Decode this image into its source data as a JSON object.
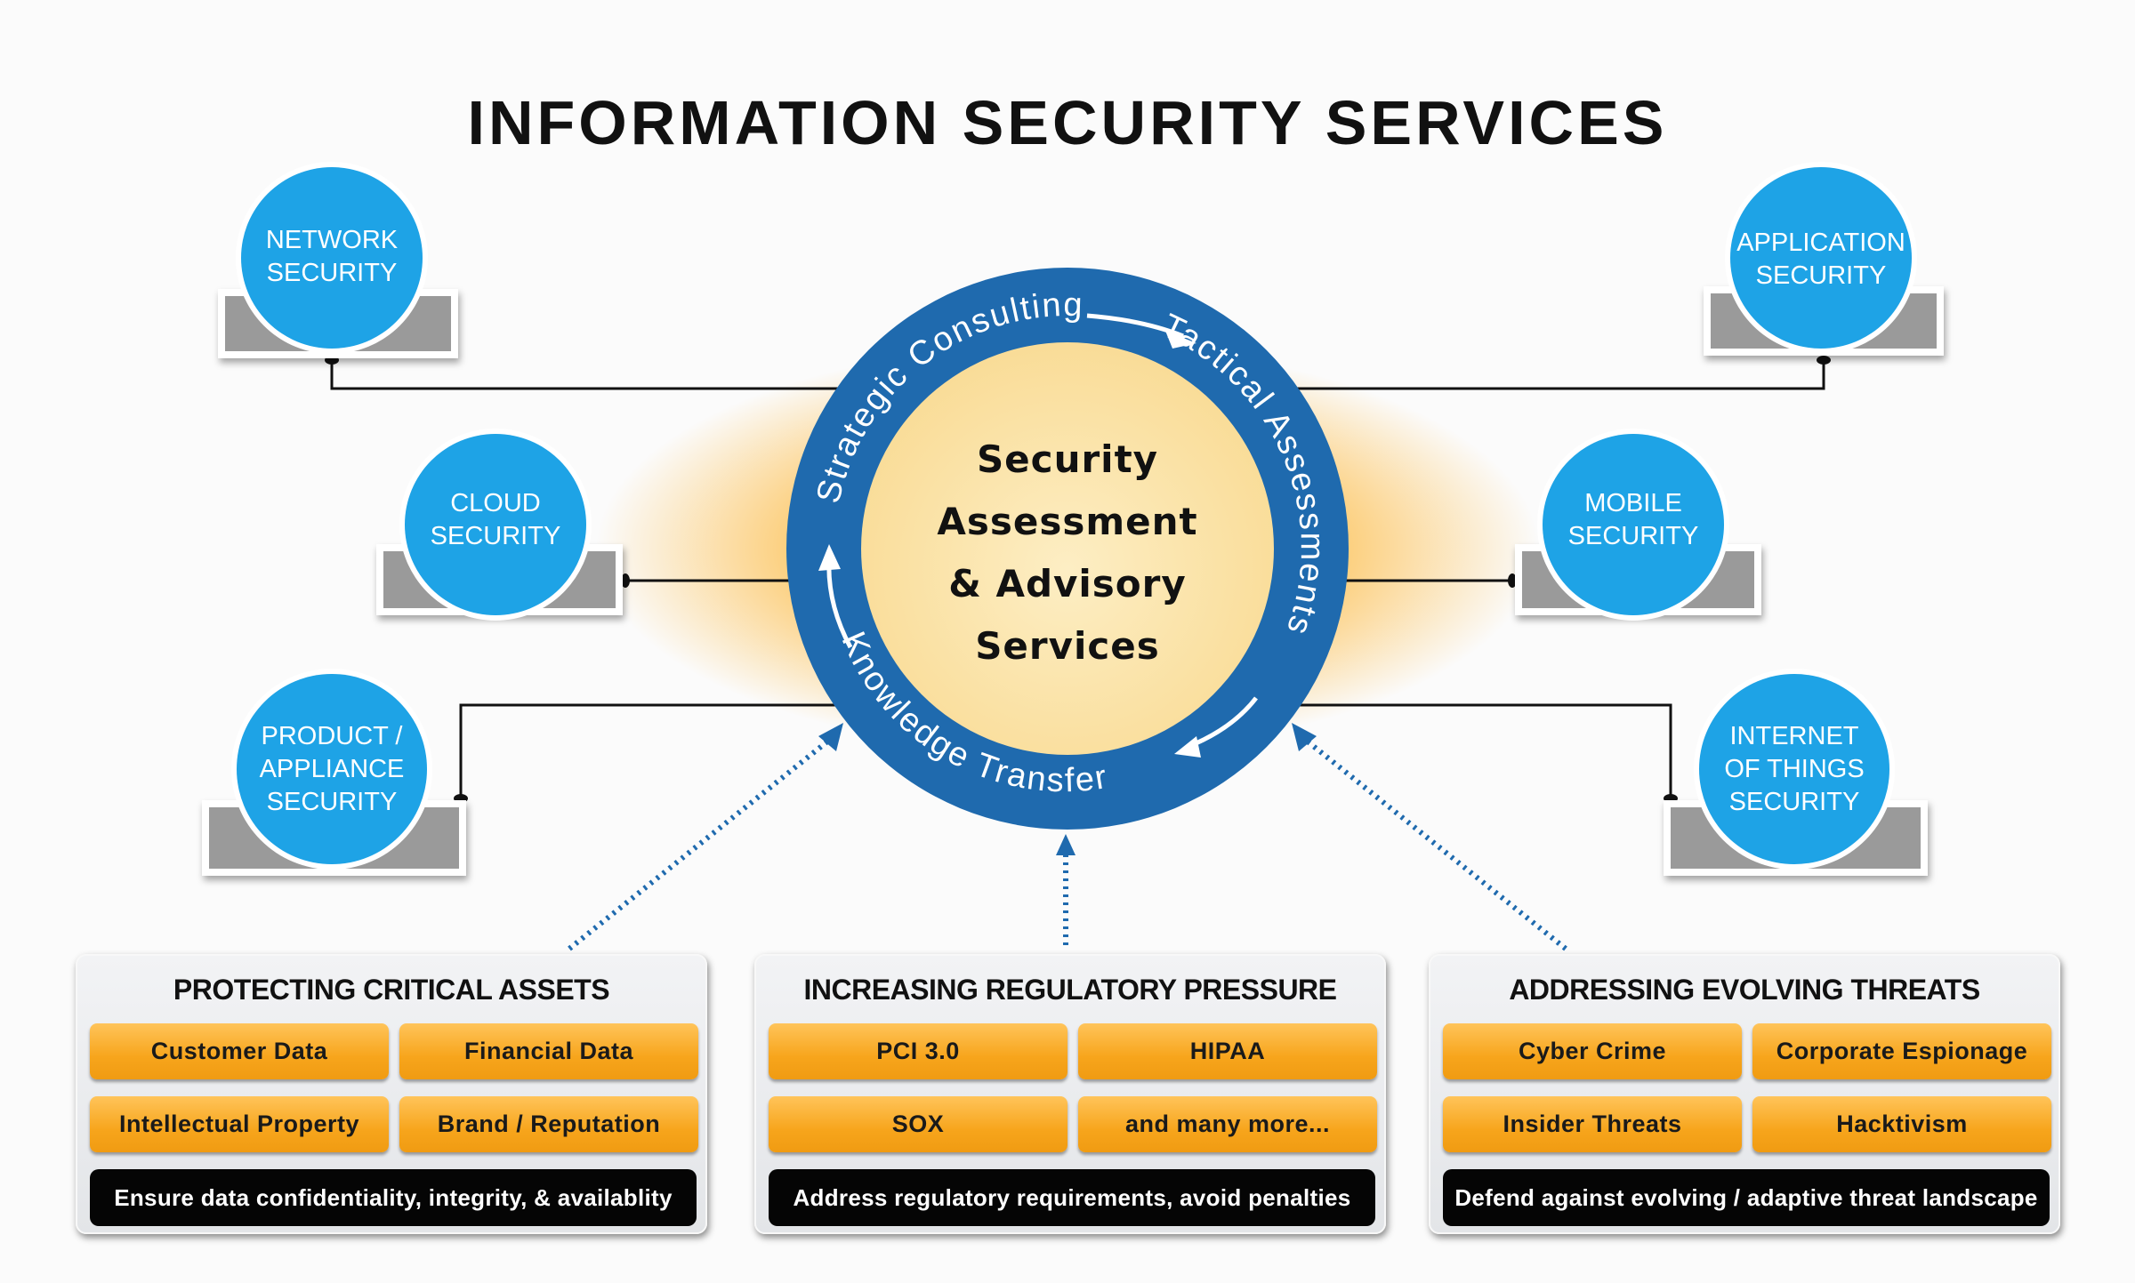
{
  "title": "INFORMATION SECURITY SERVICES",
  "colors": {
    "ring_blue": "#1f6aae",
    "bubble_blue": "#1ea3e6",
    "core_yellow": "#fbe3a4",
    "glow_orange": "#fcc35a",
    "tag_orange": "#f7a51c",
    "banner_black": "#050505",
    "pedestal_gray": "#9a9a9a"
  },
  "core": {
    "lines": [
      "Security",
      "Assessment",
      "& Advisory",
      "Services"
    ],
    "cycle": [
      {
        "label": "Strategic Consulting",
        "icon": "arrow-clockwise-icon"
      },
      {
        "label": "Tactical Assessments",
        "icon": "arrow-clockwise-icon"
      },
      {
        "label": "Knowledge Transfer",
        "icon": "arrow-clockwise-icon"
      }
    ]
  },
  "services": [
    {
      "id": "network",
      "lines": [
        "NETWORK",
        "SECURITY"
      ]
    },
    {
      "id": "application",
      "lines": [
        "APPLICATION",
        "SECURITY"
      ]
    },
    {
      "id": "cloud",
      "lines": [
        "CLOUD",
        "SECURITY"
      ]
    },
    {
      "id": "mobile",
      "lines": [
        "MOBILE",
        "SECURITY"
      ]
    },
    {
      "id": "product",
      "lines": [
        "PRODUCT /",
        "APPLIANCE",
        "SECURITY"
      ]
    },
    {
      "id": "iot",
      "lines": [
        "INTERNET",
        "OF THINGS",
        "SECURITY"
      ]
    }
  ],
  "drivers": [
    {
      "title": "PROTECTING CRITICAL ASSETS",
      "items": [
        "Customer Data",
        "Financial Data",
        "Intellectual Property",
        "Brand / Reputation"
      ],
      "banner": "Ensure data confidentiality, integrity, & availablity"
    },
    {
      "title": "INCREASING REGULATORY PRESSURE",
      "items": [
        "PCI 3.0",
        "HIPAA",
        "SOX",
        "and many more..."
      ],
      "banner": "Address regulatory requirements, avoid penalties"
    },
    {
      "title": "ADDRESSING EVOLVING THREATS",
      "items": [
        "Cyber Crime",
        "Corporate Espionage",
        "Insider Threats",
        "Hacktivism"
      ],
      "banner": "Defend against evolving / adaptive threat landscape"
    }
  ]
}
